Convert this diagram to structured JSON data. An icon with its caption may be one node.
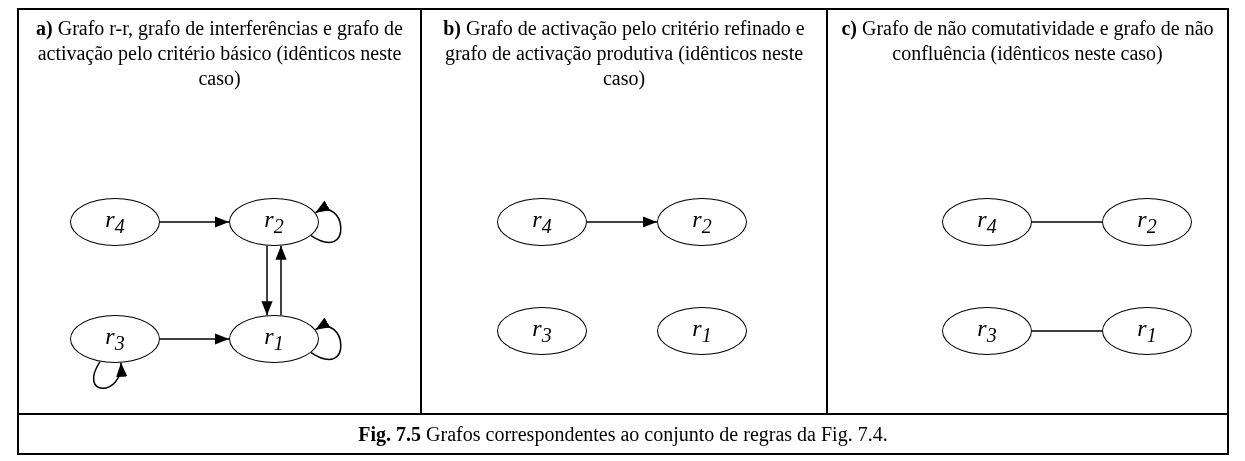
{
  "diagram": {
    "caption": "**Fig. 7.5** Grafos correspondentes ao conjunto de regras da Fig. 7.4.",
    "nodes": [
      {
        "text": [
          "**a)** Grafo r-r, grafo de interferências e grafo de activação pelo critério básico (idênticos neste caso)"
        ]
      },
      {
        "text": [
          "r$_{4}$"
        ],
        "in": 0
      },
      {
        "text": [
          "r$_{2}$"
        ],
        "in": 0
      },
      {
        "text": [
          "r$_{3}$"
        ],
        "in": 0
      },
      {
        "text": [
          "r$_{1}$"
        ],
        "in": 0
      },
      {
        "text": [
          "**b)** Grafo de activação pelo critério refinado e grafo de activação produtiva (idênticos neste caso)"
        ]
      },
      {
        "text": [
          "r$_{4}$"
        ],
        "in": 5
      },
      {
        "text": [
          "r$_{2}$"
        ],
        "in": 5
      },
      {
        "text": [
          "r$_{3}$"
        ],
        "in": 5
      },
      {
        "text": [
          "r$_{1}$"
        ],
        "in": 5
      },
      {
        "text": [
          "**c)** Grafo de não comutatividade e grafo de não confluência (idênticos neste caso)"
        ]
      },
      {
        "text": [
          "r$_{4}$"
        ],
        "in": 10
      },
      {
        "text": [
          "r$_{2}$"
        ],
        "in": 10
      },
      {
        "text": [
          "r$_{3}$"
        ],
        "in": 10
      },
      {
        "text": [
          "r$_{1}$"
        ],
        "in": 10
      }
    ],
    "edges": [
      {
        "from": 1,
        "to": 2,
        "arrow": "to"
      },
      {
        "from": 2,
        "to": 2,
        "arrow": "to"
      },
      {
        "from": 2,
        "to": 4,
        "arrow": "to"
      },
      {
        "from": 4,
        "to": 2,
        "arrow": "to"
      },
      {
        "from": 3,
        "to": 4,
        "arrow": "to"
      },
      {
        "from": 4,
        "to": 4,
        "arrow": "to"
      },
      {
        "from": 3,
        "to": 3,
        "arrow": "to"
      },
      {
        "from": 6,
        "to": 7,
        "arrow": "to"
      },
      {
        "from": 11,
        "to": 12,
        "arrow": "none"
      },
      {
        "from": 13,
        "to": 14,
        "arrow": "none"
      }
    ]
  }
}
